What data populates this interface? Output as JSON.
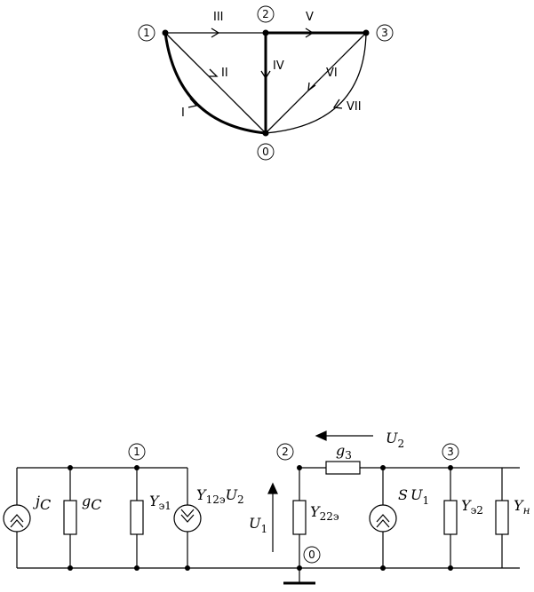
{
  "graph": {
    "nodes": [
      "1",
      "2",
      "3",
      "0"
    ],
    "branches": [
      "I",
      "II",
      "III",
      "IV",
      "V",
      "VI",
      "VII"
    ]
  },
  "circuit": {
    "nodes": [
      "1",
      "2",
      "3",
      "0"
    ],
    "jc": {
      "main": "j",
      "sub": "C"
    },
    "gc": {
      "main": "g",
      "sub": "C"
    },
    "ye1": {
      "main": "Y",
      "sub": "э1"
    },
    "y12e": {
      "main": "Y",
      "sub": "12э",
      "tail": "U",
      "tailsub": "2"
    },
    "u1": {
      "main": "U",
      "sub": "1"
    },
    "y22e": {
      "main": "Y",
      "sub": "22э"
    },
    "g3": {
      "main": "g",
      "sub": "3"
    },
    "u2": {
      "main": "U",
      "sub": "2"
    },
    "su1": {
      "main": "S",
      "tail": "U",
      "tailsub": "1"
    },
    "ye2": {
      "main": "Y",
      "sub": "э2"
    },
    "yn": {
      "main": "Y",
      "sub": "н"
    }
  }
}
